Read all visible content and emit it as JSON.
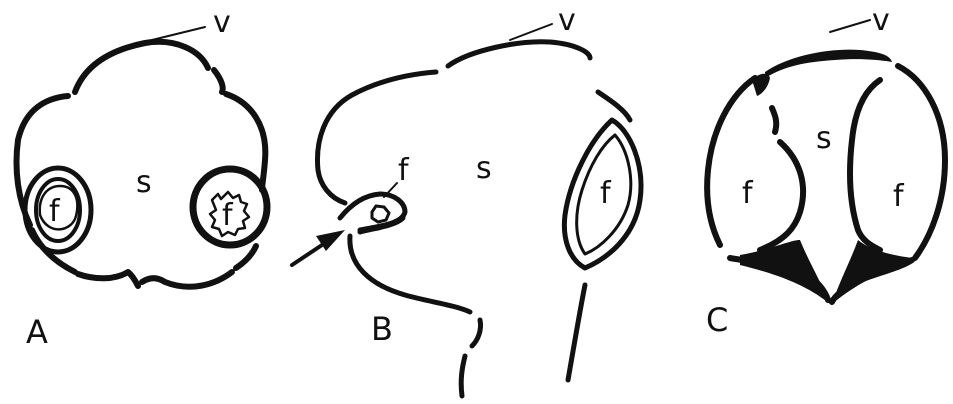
{
  "panels": [
    {
      "id": "A",
      "panel_label": "A",
      "labels": {
        "v": "v",
        "s": "s",
        "f_left": "f",
        "f_right": "f"
      }
    },
    {
      "id": "B",
      "panel_label": "B",
      "labels": {
        "v": "v",
        "s": "s",
        "f_small": "f",
        "f_large": "f"
      }
    },
    {
      "id": "C",
      "panel_label": "C",
      "labels": {
        "v": "v",
        "s": "s",
        "f_left": "f",
        "f_right": "f"
      }
    }
  ],
  "colors": {
    "ink": "#111111",
    "background": "#ffffff"
  }
}
